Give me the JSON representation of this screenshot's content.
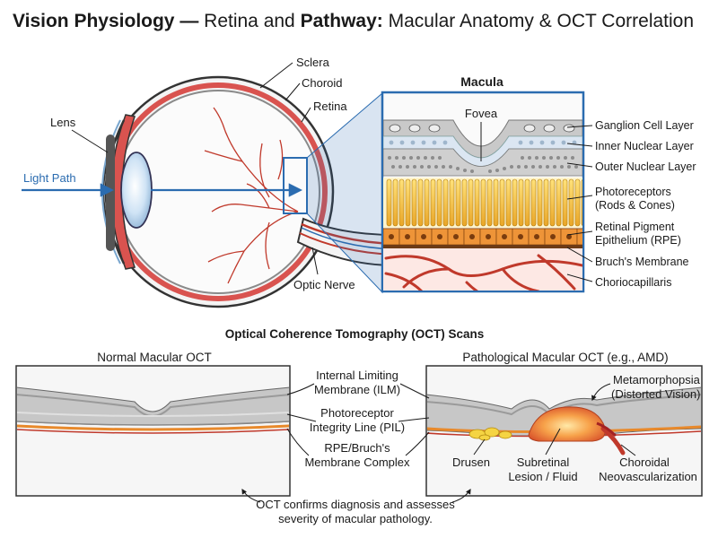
{
  "title": {
    "part1": "Vision Physiology —",
    "part2": " Retina and ",
    "part3": "Pathway:",
    "part4": " Macular Anatomy & OCT Correlation"
  },
  "eye": {
    "sclera": "Sclera",
    "choroid": "Choroid",
    "retina": "Retina",
    "lens": "Lens",
    "light_path": "Light Path",
    "optic_nerve": "Optic Nerve"
  },
  "macula": {
    "title": "Macula",
    "fovea": "Fovea",
    "layers": [
      "Ganglion Cell Layer",
      "Inner Nuclear Layer",
      "Outer Nuclear Layer",
      "Photoreceptors",
      "(Rods & Cones)",
      "Retinal Pigment",
      "Epithelium (RPE)",
      "Bruch's Membrane",
      "Choriocapillaris"
    ]
  },
  "oct": {
    "section_title": "Optical Coherence Tomography (OCT) Scans",
    "normal_title": "Normal Macular OCT",
    "patho_title": "Pathological Macular OCT (e.g., AMD)",
    "center_labels": [
      "Internal Limiting",
      "Membrane (ILM)",
      "Photoreceptor",
      "Integrity Line (PIL)",
      "RPE/Bruch's",
      "Membrane Complex"
    ],
    "metamorphopsia": [
      "Metamorphopsia",
      "(Distorted Vision)"
    ],
    "drusen": "Drusen",
    "subretinal": [
      "Subretinal",
      "Lesion / Fluid"
    ],
    "cnv": [
      "Choroidal",
      "Neovascularization"
    ],
    "footer": [
      "OCT confirms diagnosis and assesses",
      "severity of macular pathology."
    ]
  },
  "colors": {
    "accent_blue": "#2b6cb0",
    "vessel_red": "#c0392b",
    "rpe_orange": "#e8892b",
    "photoreceptor_yellow": "#f5c542",
    "retina_gray": "#9a9a9a"
  }
}
